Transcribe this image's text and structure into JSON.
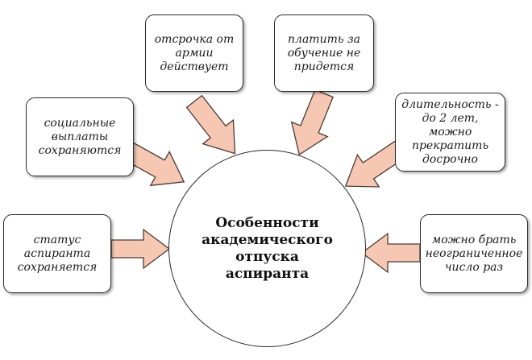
{
  "center": {
    "text": "Особенности\nакадемического\nотпуска\nаспиранта"
  },
  "boxes": {
    "army": "отсрочка от\nармии\nдействует",
    "tuition": "платить за\nобучение не\nпридется",
    "social": "социальные\nвыплаты\nсохраняются",
    "duration": "длительность -\nдо 2 лет, можно\nпрекратить\nдосрочно",
    "status": "статус\nаспиранта\nсохраняется",
    "unlimited": "можно брать\nнеограниченное\nчисло раз"
  },
  "colors": {
    "arrow_fill": "#f6c8b4",
    "arrow_stroke": "#4a3a34",
    "border": "#2b2b2b"
  }
}
